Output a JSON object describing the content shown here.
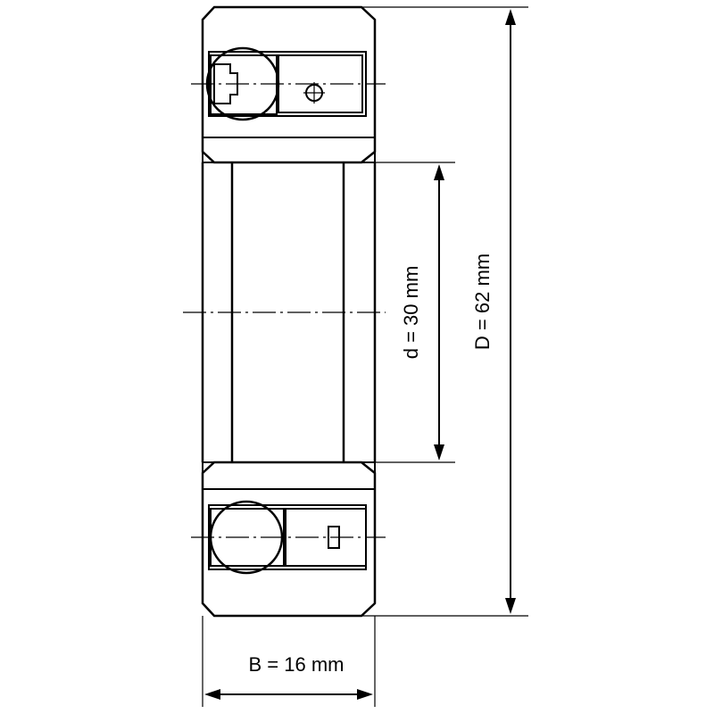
{
  "drawing": {
    "dimensions": {
      "inner_diameter": "d = 30 mm",
      "outer_diameter": "D = 62 mm",
      "width": "B = 16 mm"
    },
    "colors": {
      "ring_fill": "#c8c8c8",
      "ball_fill": "#c8c8c8",
      "line": "#000000",
      "background": "#ffffff"
    }
  }
}
